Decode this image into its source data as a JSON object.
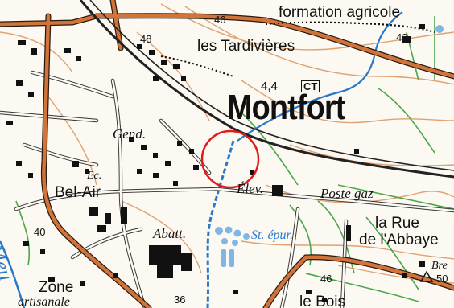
{
  "map": {
    "town": "Montfort",
    "places": {
      "tardivieres": "les Tardivières",
      "formation": "formation agricole",
      "gend": "Gend.",
      "ec": "Ec.",
      "bel_air": "Bel-Air",
      "elev": "Élev.",
      "poste_gaz": "Poste gaz",
      "la_rue": "la Rue",
      "abbaye": "de l'Abbaye",
      "abatt": "Abatt.",
      "st_epur": "St. épur.",
      "zone": "Zone",
      "artisanale": "artisanale",
      "le_bois": "le Bois",
      "bre": "Bre",
      "meu": "Meu"
    },
    "numbers": {
      "n46_top": "46",
      "n48": "48",
      "n43": "43",
      "n44": "4,4",
      "n40": "40",
      "n46_bottom": "46",
      "n36": "36",
      "n50": "50"
    },
    "ct_label": "CT",
    "colors": {
      "paper": "#fbf9f2",
      "main_road": "#c8692e",
      "contour": "#e0a272",
      "vegetation": "#4aa84a",
      "water": "#2a78c8",
      "railway": "#222222",
      "marker": "#e01b1b"
    }
  }
}
